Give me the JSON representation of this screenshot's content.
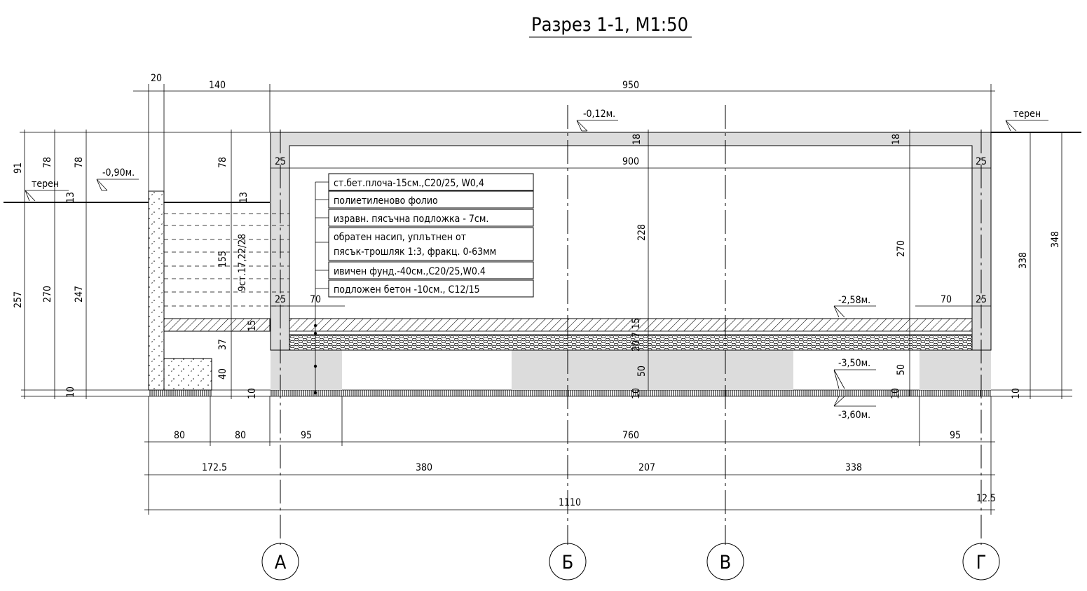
{
  "title": "Разрез 1-1, М1:50",
  "levels": {
    "top_slab": "-0,12м.",
    "left_ground": "-0,90м.",
    "floor": "-2,58м.",
    "bottom_foundation": "-3,50м.",
    "bottom_concrete": "-3,60м.",
    "ground_left": "терен",
    "ground_right": "терен"
  },
  "layers": [
    "ст.бет.плоча-15см.,С20/25, W0,4",
    "полиетиленово фолио",
    "изравн. пясъчна подложка - 7см.",
    "обратен насип, уплътнен от",
    "пясък-трошляк 1:3, фракц. 0-63мм",
    "ивичен фунд.-40см.,С20/25,W0.4",
    "подложен бетон -10см., С12/15"
  ],
  "dims": {
    "top": [
      "20",
      "140",
      "950"
    ],
    "inner_width": "900",
    "wall_left": "25",
    "wall_right": "25",
    "slab_left": "18",
    "slab_right": "18",
    "wall_base_left": "25",
    "wall_base_right": "25",
    "footing_left": "70",
    "footing_right": "70",
    "inner_height": "228",
    "wall_height_right": "270",
    "right_338": "338",
    "right_348": "348",
    "left_91": "91",
    "left_78a": "78",
    "left_78b": "78",
    "left_78c": "78",
    "left_13a": "13",
    "left_13b": "13",
    "left_257": "257",
    "left_270": "270",
    "left_247": "247",
    "left_10": "10",
    "left_155": "155",
    "steps": "9ст.17,22/28",
    "step_15": "15",
    "step_37": "37",
    "step_40": "40",
    "step_10": "10",
    "center_stack": "20 7 15",
    "center_50": "50",
    "center_10": "10",
    "right_50": "50",
    "right_10": "10",
    "far_right_10": "10",
    "row1": [
      "80",
      "80",
      "95",
      "760",
      "95"
    ],
    "row2": [
      "172.5",
      "380",
      "207",
      "338"
    ],
    "overall": "1110",
    "end_offset": "12.5"
  },
  "axes": [
    "А",
    "Б",
    "В",
    "Г"
  ]
}
